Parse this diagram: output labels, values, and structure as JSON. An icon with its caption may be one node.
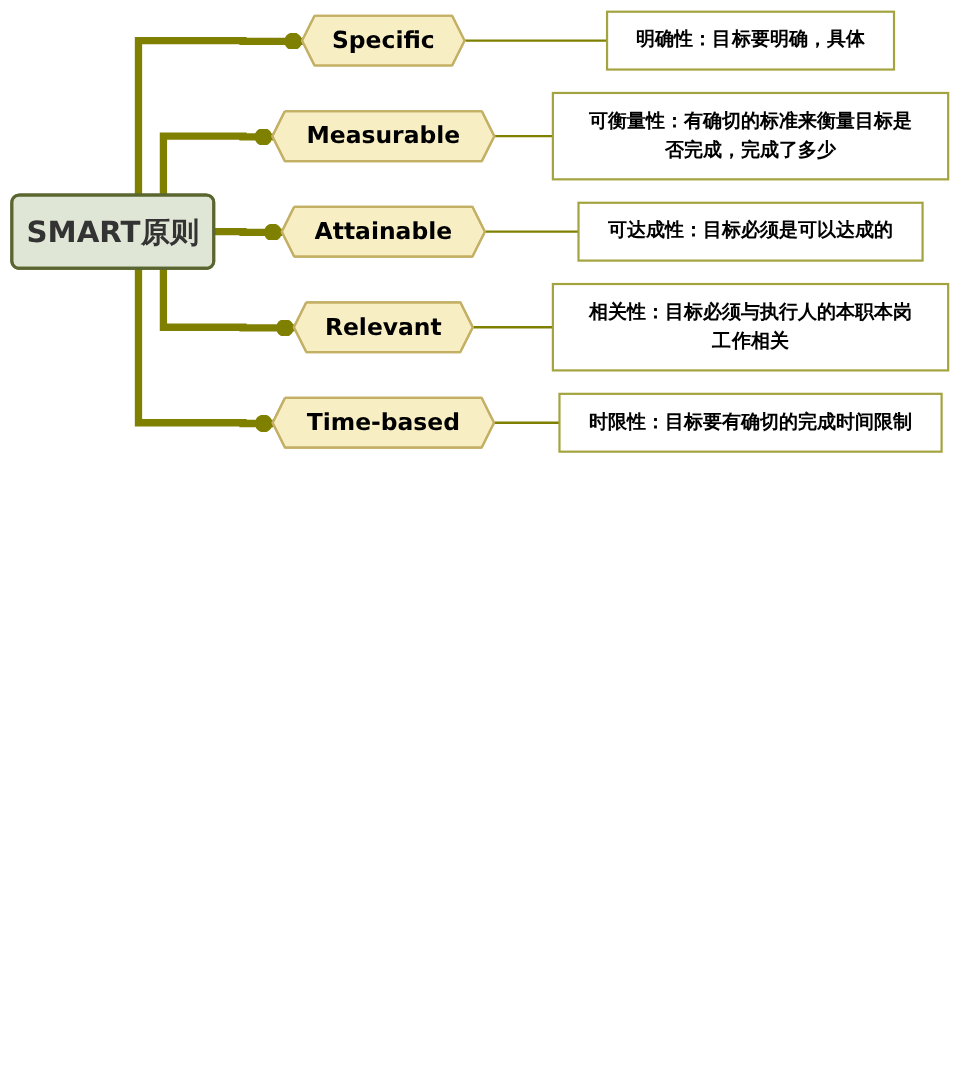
{
  "diagram": {
    "nodes": [
      {
        "text": [
          "SMART原则"
        ]
      },
      {
        "text": [
          "Specific"
        ]
      },
      {
        "text": [
          "明确性：目标要明确，具体"
        ]
      },
      {
        "text": [
          "Measurable"
        ]
      },
      {
        "text": [
          "可衡量性：有确切的标准来衡量目标是否完成，完成了多少"
        ]
      },
      {
        "text": [
          "Attainable"
        ]
      },
      {
        "text": [
          "可达成性：目标必须是可以达成的"
        ]
      },
      {
        "text": [
          "Relevant"
        ]
      },
      {
        "text": [
          "相关性：目标必须与执行人的本职本岗工作相关"
        ]
      },
      {
        "text": [
          "Time-based"
        ]
      },
      {
        "text": [
          "时限性：目标要有确切的完成时间限制"
        ]
      }
    ],
    "edges": [
      {
        "from": 0,
        "to": 1,
        "arrow": "other",
        "style": "thick"
      },
      {
        "from": 1,
        "to": 2,
        "arrow": "none"
      },
      {
        "from": 0,
        "to": 3,
        "arrow": "other",
        "style": "thick"
      },
      {
        "from": 3,
        "to": 4,
        "arrow": "none"
      },
      {
        "from": 0,
        "to": 5,
        "arrow": "other",
        "style": "thick"
      },
      {
        "from": 5,
        "to": 6,
        "arrow": "none"
      },
      {
        "from": 0,
        "to": 7,
        "arrow": "other",
        "style": "thick"
      },
      {
        "from": 7,
        "to": 8,
        "arrow": "none"
      },
      {
        "from": 0,
        "to": 9,
        "arrow": "other",
        "style": "thick"
      },
      {
        "from": 9,
        "to": 10,
        "arrow": "none"
      }
    ]
  }
}
